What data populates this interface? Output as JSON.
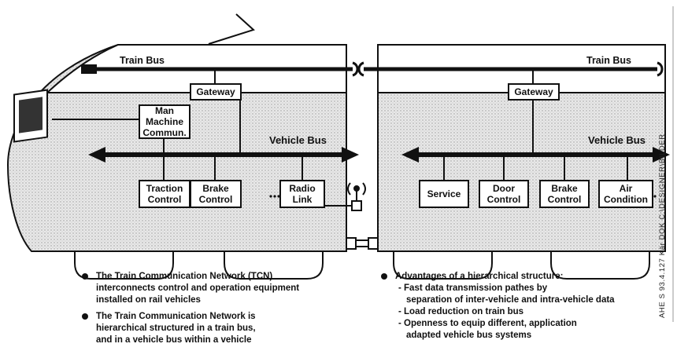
{
  "buses": {
    "train_bus_left": "Train Bus",
    "train_bus_right": "Train Bus",
    "vehicle_bus_left": "Vehicle Bus",
    "vehicle_bus_right": "Vehicle Bus"
  },
  "left_car": {
    "gateway": "Gateway",
    "mmc": "Man\nMachine\nCommun.",
    "traction": "Traction\nControl",
    "brake": "Brake\nControl",
    "radio": "Radio\nLink"
  },
  "right_car": {
    "gateway": "Gateway",
    "service": "Service",
    "door": "Door\nControl",
    "brake": "Brake\nControl",
    "air": "Air\nCondition"
  },
  "bullets_left": [
    {
      "lines": [
        "The Train Communication Network (TCN)",
        "interconnects control and operation equipment",
        "installed on rail vehicles"
      ]
    },
    {
      "lines": [
        "The Train Communication Network is",
        "hierarchical structured in a train bus,",
        "and in a vehicle bus within a vehicle"
      ]
    }
  ],
  "bullets_right": {
    "heading": "Advantages of a hierarchical structure:",
    "items": [
      "- Fast data transmission pathes by",
      "  separation of inter-vehicle and intra-vehicle data",
      "- Load reduction on train bus",
      "- Openness to equip different, application",
      "  adapted vehicle bus systems"
    ]
  },
  "side_text": "AHE S 93.4.127 Kär  DOK C:\\DESIGNER\\BILDER"
}
